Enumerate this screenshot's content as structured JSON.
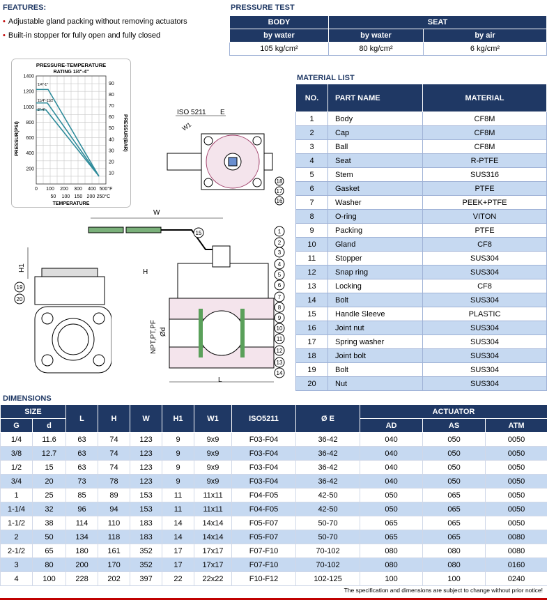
{
  "features": {
    "title": "FEATURES:",
    "items": [
      "Adjustable gland packing without removing actuators",
      "Built-in stopper for fully open and fully closed"
    ]
  },
  "pressure_test": {
    "title": "PRESSURE TEST",
    "body": "BODY",
    "seat": "SEAT",
    "by_water": "by water",
    "by_air": "by air",
    "values": [
      "105 kg/cm²",
      "80 kg/cm²",
      "6 kg/cm²"
    ]
  },
  "chart": {
    "title1": "PRESSURE-TEMPERATURE",
    "title2": "RATING 1/4\"-4\"",
    "ylabel": "PRESSUR(PSI)",
    "y2label": "PRESSUR(BAR)",
    "xlabel": "TEMPERATURE",
    "line_labels": [
      "1/4\"-1\"",
      "11/4\"-11/2",
      "2\"-4\""
    ]
  },
  "chart_data": {
    "type": "line",
    "xlabel": "TEMPERATURE",
    "ylabel": "PRESSUR(PSI)",
    "x_ticks_F": [
      "0",
      "100",
      "200",
      "300",
      "400",
      "500°F"
    ],
    "x_ticks_C": [
      "50",
      "100",
      "150",
      "200",
      "250°C"
    ],
    "y_ticks": [
      "1400",
      "1200",
      "1000",
      "800",
      "600",
      "400",
      "200"
    ],
    "y2_ticks": [
      "90",
      "80",
      "70",
      "60",
      "50",
      "40",
      "30",
      "20",
      "10"
    ],
    "series": [
      {
        "name": "1/4\"-1\"",
        "x": [
          0,
          85,
          450
        ],
        "y": [
          1225,
          1225,
          100
        ]
      },
      {
        "name": "11/4\"-11/2",
        "x": [
          0,
          80,
          450
        ],
        "y": [
          1050,
          1050,
          100
        ]
      },
      {
        "name": "2\"-4\"",
        "x": [
          0,
          70,
          450
        ],
        "y": [
          960,
          960,
          100
        ]
      }
    ]
  },
  "drawing": {
    "iso": "ISO 5211",
    "e": "E",
    "w1": "W1",
    "w": "W",
    "h": "H",
    "h1": "H1",
    "l": "L",
    "npt": "NPT,PT,PF",
    "od": "Ød",
    "callouts": [
      "1",
      "2",
      "3",
      "4",
      "5",
      "6",
      "7",
      "8",
      "9",
      "10",
      "11",
      "12",
      "13",
      "14",
      "15",
      "16",
      "17",
      "18",
      "19",
      "20"
    ]
  },
  "material": {
    "title": "MATERIAL LIST",
    "headers": [
      "NO.",
      "PART NAME",
      "MATERIAL"
    ],
    "rows": [
      [
        "1",
        "Body",
        "CF8M"
      ],
      [
        "2",
        "Cap",
        "CF8M"
      ],
      [
        "3",
        "Ball",
        "CF8M"
      ],
      [
        "4",
        "Seat",
        "R-PTFE"
      ],
      [
        "5",
        "Stem",
        "SUS316"
      ],
      [
        "6",
        "Gasket",
        "PTFE"
      ],
      [
        "7",
        "Washer",
        "PEEK+PTFE"
      ],
      [
        "8",
        "O-ring",
        "VITON"
      ],
      [
        "9",
        "Packing",
        "PTFE"
      ],
      [
        "10",
        "Gland",
        "CF8"
      ],
      [
        "11",
        "Stopper",
        "SUS304"
      ],
      [
        "12",
        "Snap ring",
        "SUS304"
      ],
      [
        "13",
        "Locking",
        "CF8"
      ],
      [
        "14",
        "Bolt",
        "SUS304"
      ],
      [
        "15",
        "Handle Sleeve",
        "PLASTIC"
      ],
      [
        "16",
        "Joint nut",
        "SUS304"
      ],
      [
        "17",
        "Spring washer",
        "SUS304"
      ],
      [
        "18",
        "Joint bolt",
        "SUS304"
      ],
      [
        "19",
        "Bolt",
        "SUS304"
      ],
      [
        "20",
        "Nut",
        "SUS304"
      ]
    ]
  },
  "dimensions": {
    "title": "DIMENSIONS",
    "h": {
      "size": "SIZE",
      "g": "G",
      "d": "d",
      "L": "L",
      "H": "H",
      "W": "W",
      "H1": "H1",
      "W1": "W1",
      "iso": "ISO5211",
      "e": "Ø E",
      "act": "ACTUATOR",
      "ad": "AD",
      "as": "AS",
      "atm": "ATM"
    },
    "rows": [
      [
        "1/4",
        "11.6",
        "63",
        "74",
        "123",
        "9",
        "9x9",
        "F03-F04",
        "36-42",
        "040",
        "050",
        "0050"
      ],
      [
        "3/8",
        "12.7",
        "63",
        "74",
        "123",
        "9",
        "9x9",
        "F03-F04",
        "36-42",
        "040",
        "050",
        "0050"
      ],
      [
        "1/2",
        "15",
        "63",
        "74",
        "123",
        "9",
        "9x9",
        "F03-F04",
        "36-42",
        "040",
        "050",
        "0050"
      ],
      [
        "3/4",
        "20",
        "73",
        "78",
        "123",
        "9",
        "9x9",
        "F03-F04",
        "36-42",
        "040",
        "050",
        "0050"
      ],
      [
        "1",
        "25",
        "85",
        "89",
        "153",
        "11",
        "11x11",
        "F04-F05",
        "42-50",
        "050",
        "065",
        "0050"
      ],
      [
        "1-1/4",
        "32",
        "96",
        "94",
        "153",
        "11",
        "11x11",
        "F04-F05",
        "42-50",
        "050",
        "065",
        "0050"
      ],
      [
        "1-1/2",
        "38",
        "114",
        "110",
        "183",
        "14",
        "14x14",
        "F05-F07",
        "50-70",
        "065",
        "065",
        "0050"
      ],
      [
        "2",
        "50",
        "134",
        "118",
        "183",
        "14",
        "14x14",
        "F05-F07",
        "50-70",
        "065",
        "065",
        "0080"
      ],
      [
        "2-1/2",
        "65",
        "180",
        "161",
        "352",
        "17",
        "17x17",
        "F07-F10",
        "70-102",
        "080",
        "080",
        "0080"
      ],
      [
        "3",
        "80",
        "200",
        "170",
        "352",
        "17",
        "17x17",
        "F07-F10",
        "70-102",
        "080",
        "080",
        "0160"
      ],
      [
        "4",
        "100",
        "228",
        "202",
        "397",
        "22",
        "22x22",
        "F10-F12",
        "102-125",
        "100",
        "100",
        "0240"
      ]
    ]
  },
  "note": "The specification and dimensions are subject to change without prior notice!"
}
